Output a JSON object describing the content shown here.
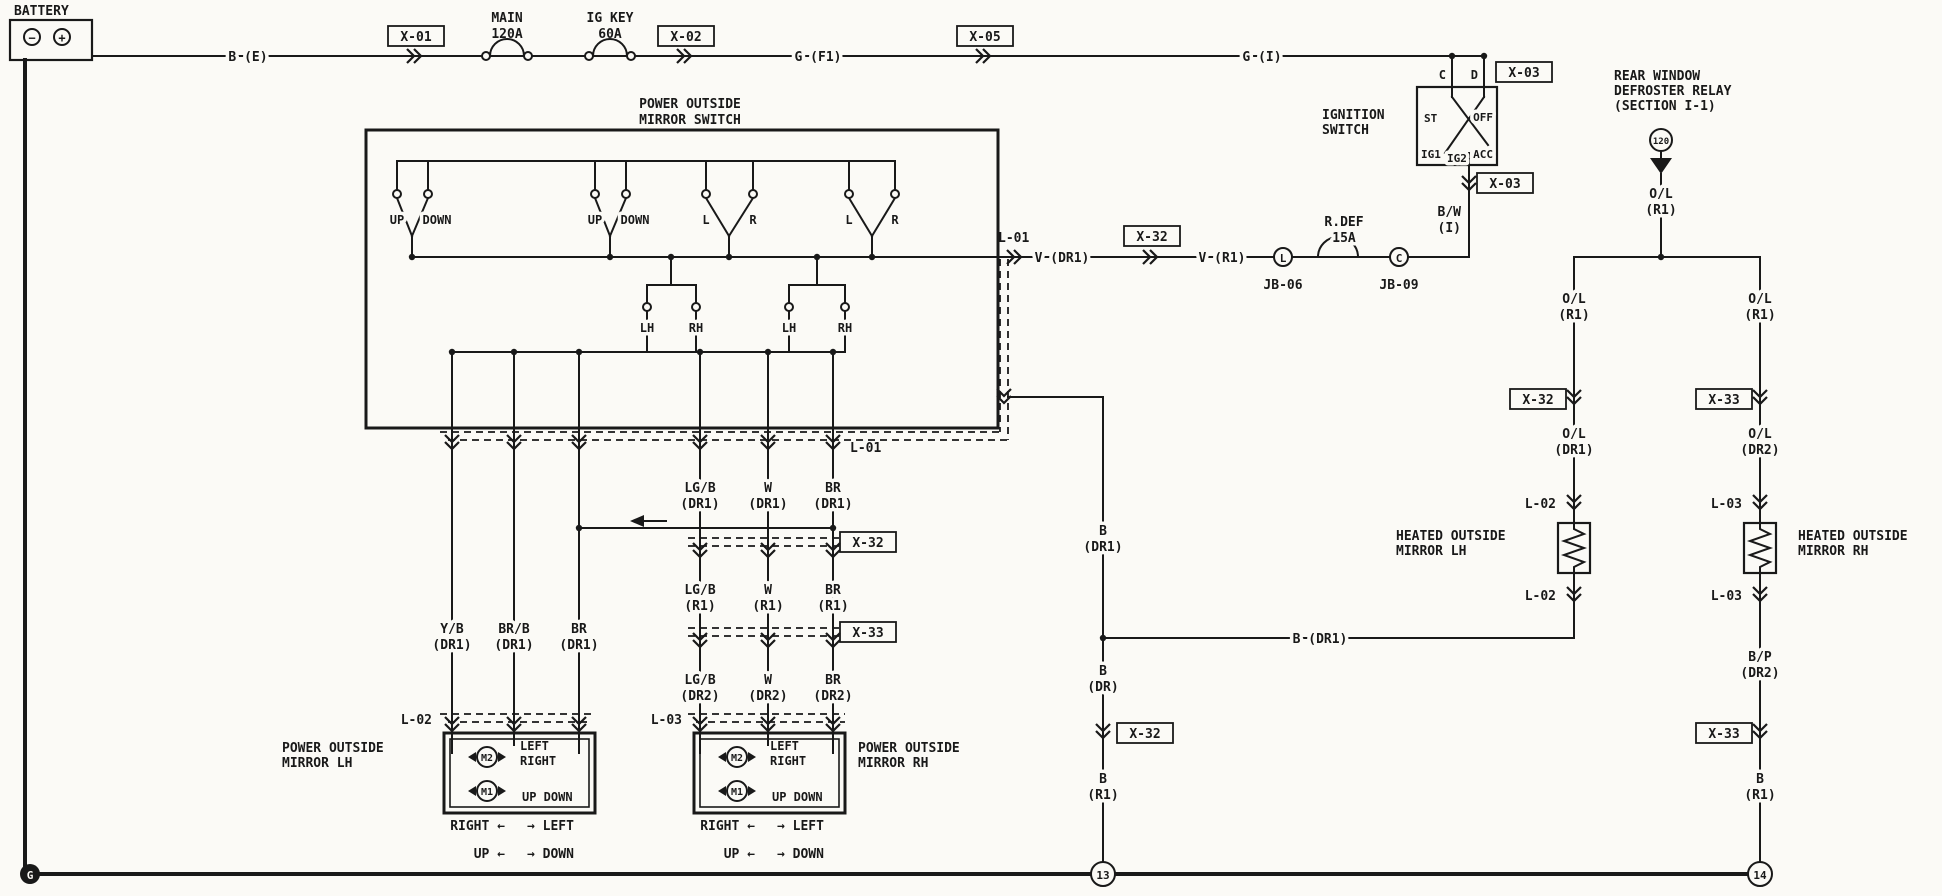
{
  "colors": {
    "ink": "#191919",
    "paper": "#fbfaf6"
  },
  "battery": {
    "label": "BATTERY",
    "plus": "+",
    "minus": "−"
  },
  "top_wire": {
    "b_e": "B (E)",
    "x01": "X-01",
    "fuse_main_name": "MAIN",
    "fuse_main_rating": "120A",
    "fuse_igkey_name": "IG KEY",
    "fuse_igkey_rating": "60A",
    "x02": "X-02",
    "g_f1": "G (F1)",
    "x05": "X-05",
    "g_i": "G (I)"
  },
  "ignition": {
    "name1": "IGNITION",
    "name2": "SWITCH",
    "term_c": "C",
    "term_d": "D",
    "x03_top": "X-03",
    "x03_bottom": "X-03",
    "pos_st": "ST",
    "pos_off": "OFF",
    "pos_ig1": "IG1",
    "pos_ig2": "IG2",
    "pos_acc": "ACC",
    "bw": "B/W",
    "bw_ref": "(I)"
  },
  "rdef": {
    "l01": "L-01",
    "v_dr1": "V (DR1)",
    "x32": "X-32",
    "v_r1": "V (R1)",
    "term_l": "L",
    "term_c": "C",
    "jb06": "JB-06",
    "jb09": "JB-09",
    "fuse_name": "R.DEF",
    "fuse_rating": "15A"
  },
  "relay": {
    "name1": "REAR WINDOW",
    "name2": "DEFROSTER RELAY",
    "name3": "(SECTION I-1)",
    "pin": "120",
    "out_wire": "O/L",
    "out_ref": "(R1)"
  },
  "mirror_switch": {
    "title1": "POWER OUTSIDE",
    "title2": "MIRROR SWITCH",
    "contacts": [
      "UP",
      "DOWN",
      "UP",
      "DOWN",
      "L",
      "R",
      "L",
      "R"
    ],
    "selectors": [
      "LH",
      "RH",
      "LH",
      "RH"
    ],
    "l01_bottom": "L-01"
  },
  "left_cols": {
    "labels": [
      {
        "t": "Y/B",
        "r": "(DR1)"
      },
      {
        "t": "BR/B",
        "r": "(DR1)"
      },
      {
        "t": "BR",
        "r": "(DR1)"
      }
    ],
    "l02": "L-02"
  },
  "right_cols": {
    "row1": [
      {
        "t": "LG/B",
        "r": "(DR1)"
      },
      {
        "t": "W",
        "r": "(DR1)"
      },
      {
        "t": "BR",
        "r": "(DR1)"
      }
    ],
    "x32": "X-32",
    "row2": [
      {
        "t": "LG/B",
        "r": "(R1)"
      },
      {
        "t": "W",
        "r": "(R1)"
      },
      {
        "t": "BR",
        "r": "(R1)"
      }
    ],
    "x33": "X-33",
    "row3": [
      {
        "t": "LG/B",
        "r": "(DR2)"
      },
      {
        "t": "W",
        "r": "(DR2)"
      },
      {
        "t": "BR",
        "r": "(DR2)"
      }
    ],
    "l03": "L-03"
  },
  "mirror_lh": {
    "name1": "POWER OUTSIDE",
    "name2": "MIRROR LH",
    "m2": "M2",
    "m1": "M1",
    "left": "LEFT",
    "right": "RIGHT",
    "updown": "UP DOWN"
  },
  "mirror_rh": {
    "name1": "POWER OUTSIDE",
    "name2": "MIRROR RH",
    "m2": "M2",
    "m1": "M1",
    "left": "LEFT",
    "right": "RIGHT",
    "updown": "UP DOWN"
  },
  "legend": {
    "right_arrow": "RIGHT ←",
    "left_arrow": "→ LEFT",
    "up_arrow": "UP ←",
    "down_arrow": "→ DOWN"
  },
  "ground_run": {
    "b_dr1_t": "B",
    "b_dr1_r": "(DR1)",
    "b_dr1_h": "B (DR1)",
    "b_dr_t": "B",
    "b_dr_r": "(DR)",
    "x32": "X-32",
    "b_r1_t": "B",
    "b_r1_r": "(R1)",
    "node": "13"
  },
  "heated_lh": {
    "o_l_1t": "O/L",
    "o_l_1r": "(R1)",
    "x32": "X-32",
    "o_l_2t": "O/L",
    "o_l_2r": "(DR1)",
    "l02_top": "L-02",
    "name1": "HEATED OUTSIDE",
    "name2": "MIRROR LH",
    "l02_bottom": "L-02"
  },
  "heated_rh": {
    "o_l_1t": "O/L",
    "o_l_1r": "(R1)",
    "x33": "X-33",
    "o_l_2t": "O/L",
    "o_l_2r": "(DR2)",
    "l03_top": "L-03",
    "name1": "HEATED OUTSIDE",
    "name2": "MIRROR RH",
    "l03_bottom": "L-03",
    "bp_t": "B/P",
    "bp_r": "(DR2)",
    "x33_2": "X-33",
    "b_r1_t": "B",
    "b_r1_r": "(R1)",
    "node": "14"
  },
  "ground_symbol": "G"
}
